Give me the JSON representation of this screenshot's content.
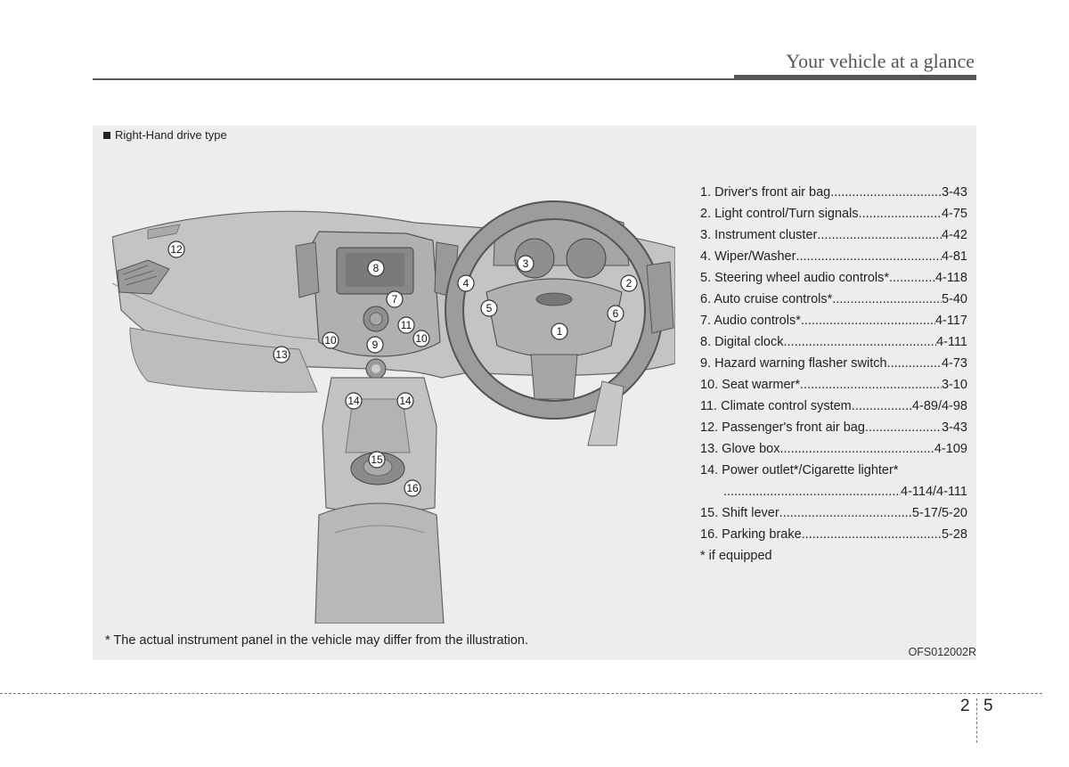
{
  "header": {
    "title": "Your vehicle at a glance"
  },
  "panel": {
    "drive_type_label": "Right-Hand drive type",
    "legend": [
      {
        "label": "1. Driver's front air bag",
        "page": "3-43"
      },
      {
        "label": "2. Light control/Turn signals",
        "page": "4-75"
      },
      {
        "label": "3. Instrument cluster",
        "page": "4-42"
      },
      {
        "label": "4. Wiper/Washer",
        "page": "4-81"
      },
      {
        "label": "5. Steering wheel audio controls*",
        "page": "4-118"
      },
      {
        "label": "6. Auto cruise controls*",
        "page": "5-40"
      },
      {
        "label": "7. Audio controls*",
        "page": "4-117"
      },
      {
        "label": "8. Digital clock",
        "page": "4-111"
      },
      {
        "label": "9. Hazard warning flasher switch",
        "page": "4-73"
      },
      {
        "label": "10. Seat warmer*",
        "page": "3-10"
      },
      {
        "label": "11. Climate control system",
        "page": "4-89/4-98"
      },
      {
        "label": "12. Passenger's front air bag",
        "page": "3-43"
      },
      {
        "label": "13. Glove box",
        "page": "4-109"
      },
      {
        "label": "14. Power outlet*/Cigarette lighter*",
        "page": ""
      },
      {
        "label": "",
        "page": "4-114/4-111"
      },
      {
        "label": "15. Shift lever",
        "page": "5-17/5-20"
      },
      {
        "label": "16. Parking brake",
        "page": "5-28"
      }
    ],
    "equipped_note": "* if equipped",
    "footnote": "* The actual instrument panel in the vehicle may differ from the illustration.",
    "image_code": "OFS012002R"
  },
  "callouts": {
    "c1": "1",
    "c2": "2",
    "c3": "3",
    "c4": "4",
    "c5": "5",
    "c6": "6",
    "c7": "7",
    "c8": "8",
    "c9": "9",
    "c10a": "10",
    "c10b": "10",
    "c11": "11",
    "c12": "12",
    "c13": "13",
    "c14a": "14",
    "c14b": "14",
    "c15": "15",
    "c16": "16"
  },
  "page_number": {
    "chapter": "2",
    "page": "5"
  }
}
